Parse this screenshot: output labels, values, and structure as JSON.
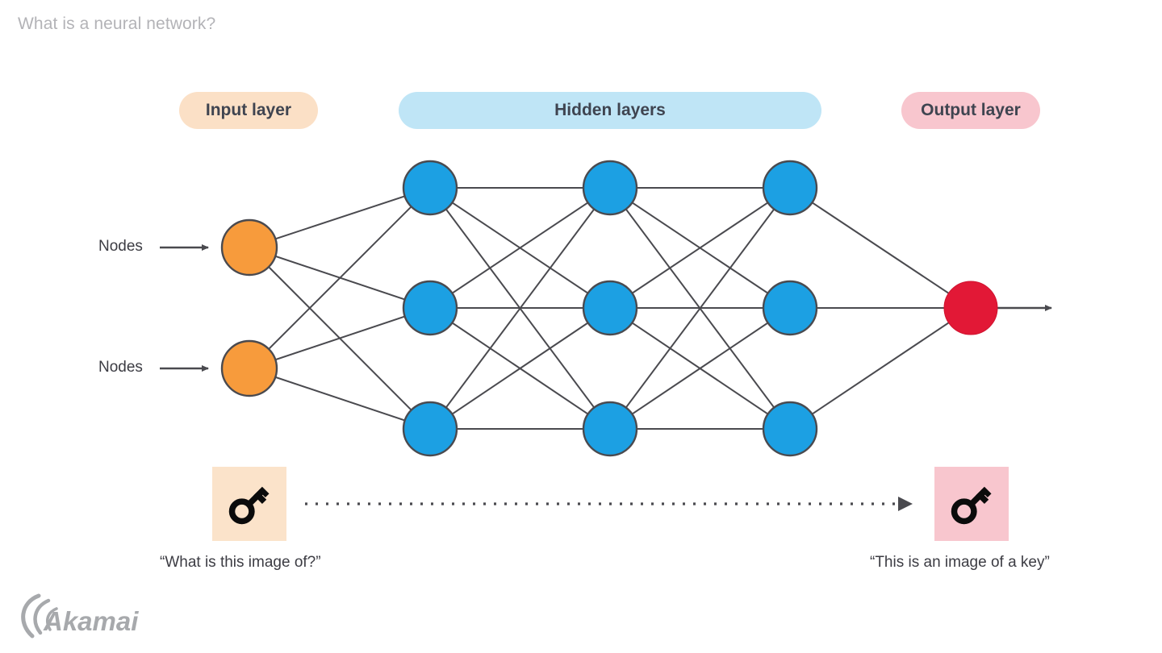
{
  "slide": {
    "title": "What is a neural network?",
    "background": "#ffffff"
  },
  "layers": {
    "input": {
      "label": "Input layer",
      "color": "#fbe0c6",
      "node_color": "#f79b3c",
      "node_count": 2
    },
    "hidden": {
      "label": "Hidden layers",
      "color": "#bfe5f6",
      "node_color": "#1ca0e3",
      "node_count": 9,
      "columns": 3,
      "rows": 3
    },
    "output": {
      "label": "Output layer",
      "color": "#f8c6ce",
      "node_color": "#e21836",
      "node_count": 1
    }
  },
  "annotations": {
    "node_label_1": "Nodes",
    "node_label_2": "Nodes"
  },
  "tiles": {
    "input": {
      "icon": "key-icon",
      "background": "#fbe3ca",
      "caption": "“What is this image of?”"
    },
    "output": {
      "icon": "key-icon",
      "background": "#f8c6ce",
      "caption": "“This is an image of a key”"
    }
  },
  "flow": {
    "connector_style": "dotted",
    "arrow": "arrow-right-icon"
  },
  "brand": {
    "logo_text": "Akamai",
    "logo_color": "#a7a9ac"
  },
  "chart_data": {
    "type": "diagram",
    "title": "What is a neural network?",
    "subtype": "feedforward-neural-network",
    "layer_labels": [
      "Input layer",
      "Hidden layers",
      "Output layer"
    ],
    "layer_sizes": [
      2,
      3,
      3,
      3,
      1
    ],
    "node_colors": [
      "#f79b3c",
      "#1ca0e3",
      "#1ca0e3",
      "#1ca0e3",
      "#e21836"
    ],
    "edge_color": "#4a4a4f",
    "fully_connected": true,
    "input_caption": "“What is this image of?”",
    "output_caption": "“This is an image of a key”"
  }
}
